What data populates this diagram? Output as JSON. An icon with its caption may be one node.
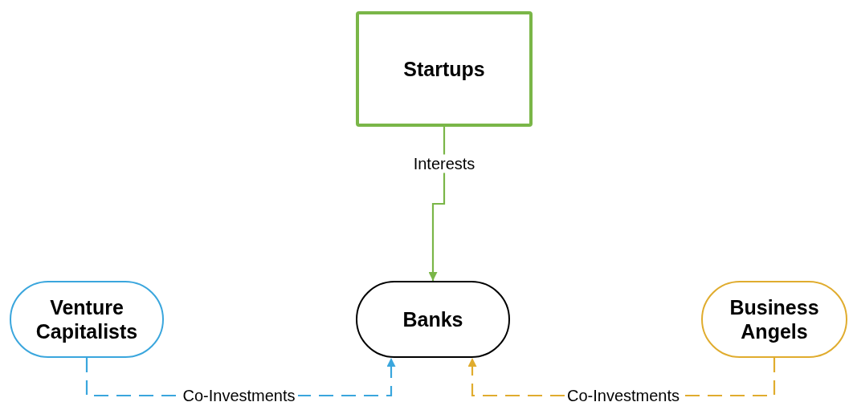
{
  "diagram": {
    "nodes": [
      {
        "text": [
          "Startups"
        ]
      },
      {
        "text": [
          "Venture Capitalists"
        ]
      },
      {
        "text": [
          "Banks"
        ]
      },
      {
        "text": [
          "Business Angels"
        ]
      }
    ],
    "edges": [
      {
        "from": 0,
        "to": 2,
        "arrow": "to",
        "label": "Interests",
        "color": "#7ab648"
      },
      {
        "from": 1,
        "to": 2,
        "arrow": "to",
        "label": "Co-Investments",
        "style": "dashed",
        "color": "#3aa6dd"
      },
      {
        "from": 3,
        "to": 2,
        "arrow": "to",
        "label": "Co-Investments",
        "style": "dashed",
        "color": "#e0ac2e"
      }
    ]
  }
}
